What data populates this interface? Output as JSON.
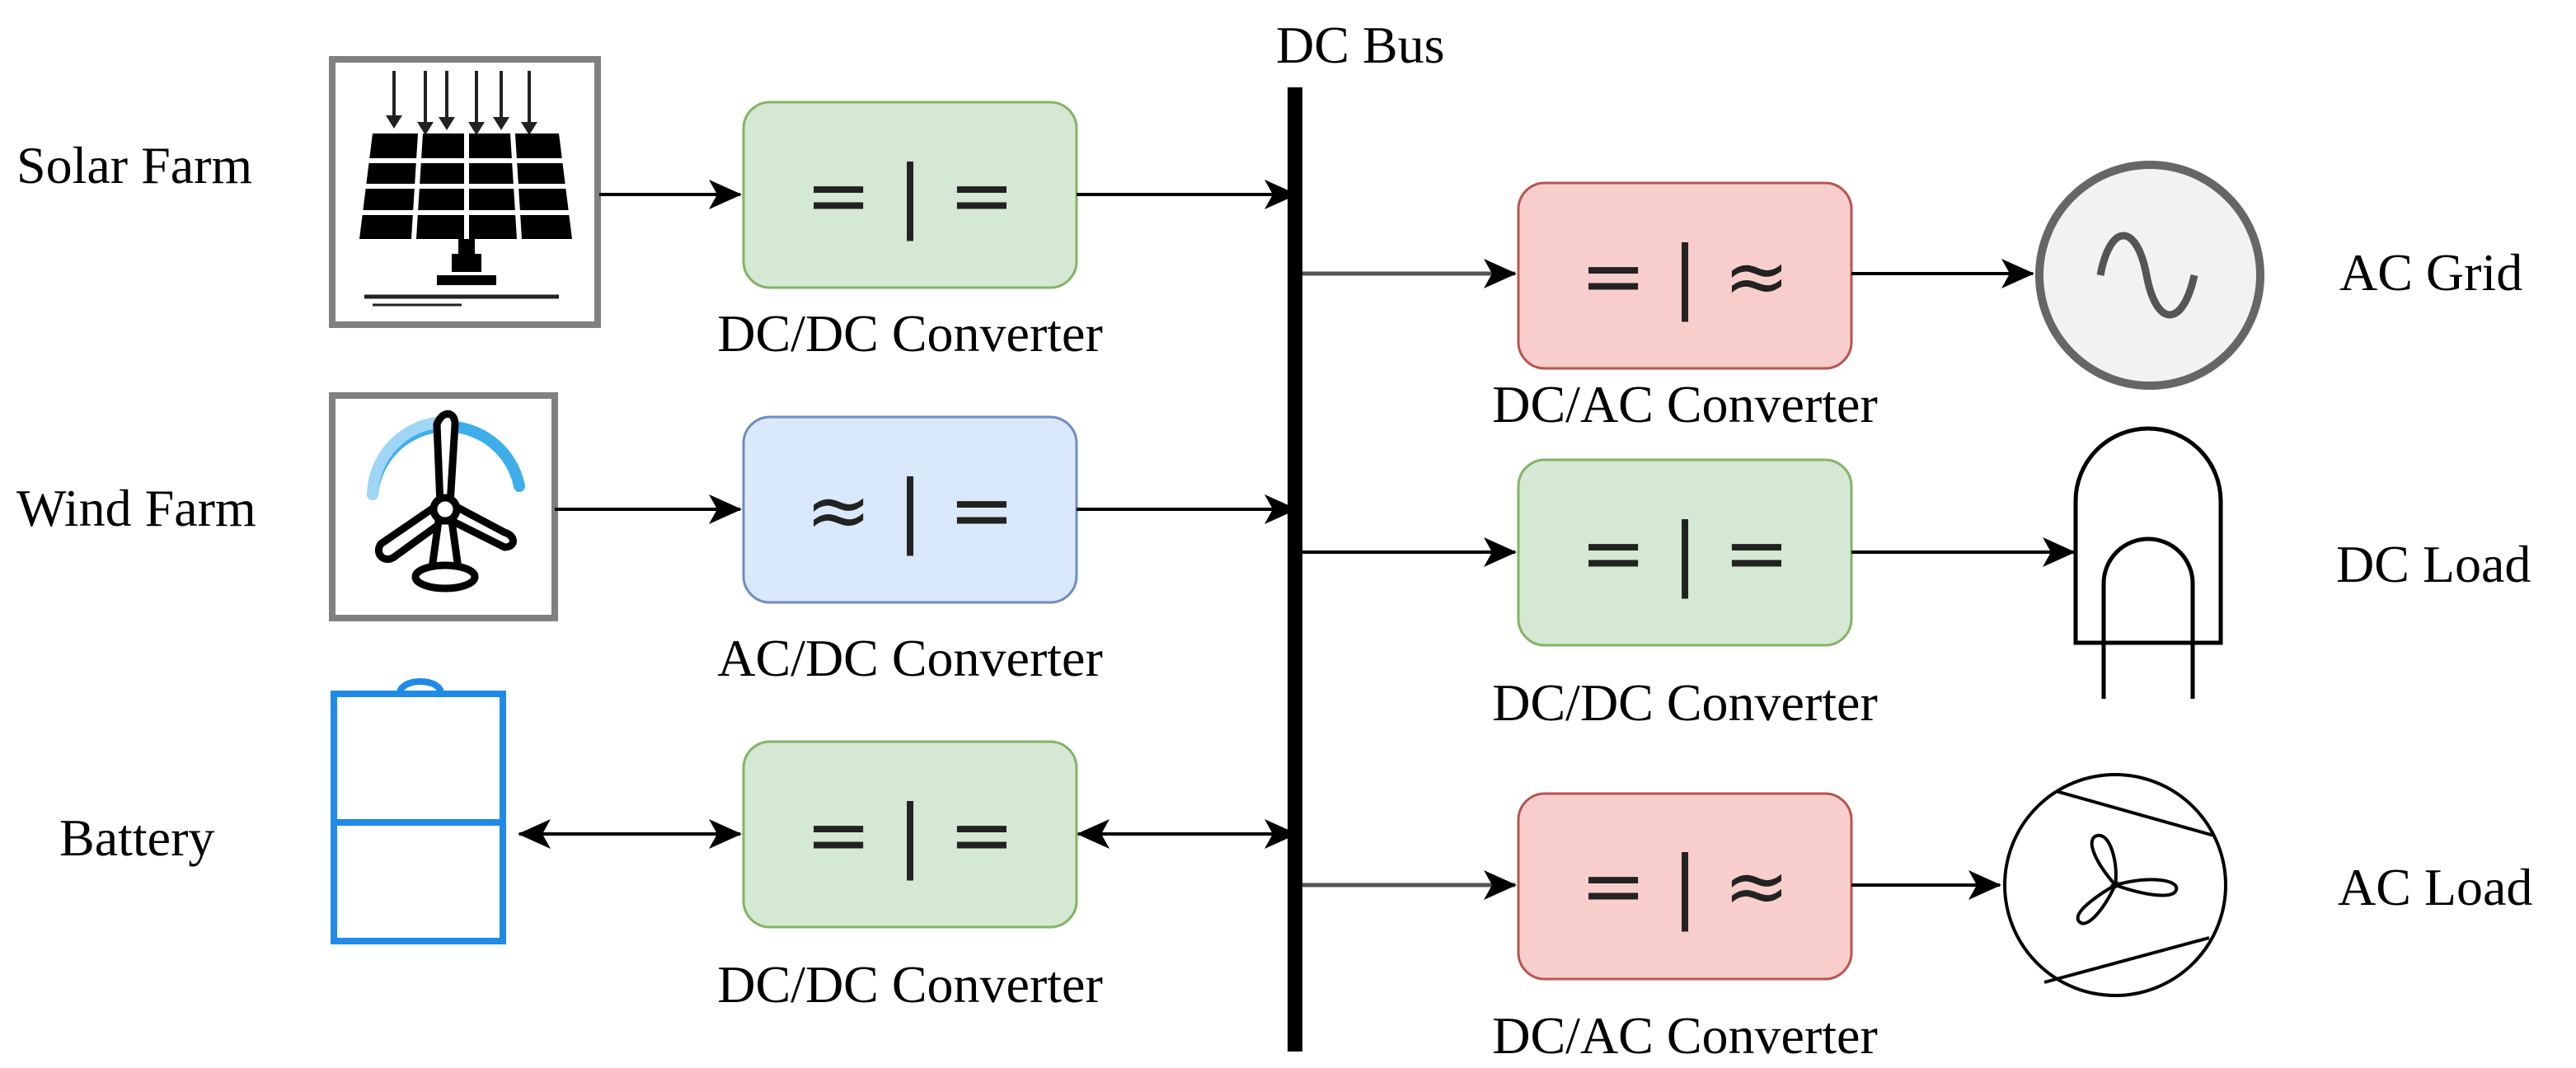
{
  "sources": {
    "solar": {
      "label": "Solar Farm"
    },
    "wind": {
      "label": "Wind Farm"
    },
    "battery": {
      "label": "Battery"
    }
  },
  "bus": {
    "label": "DC Bus"
  },
  "converters": [
    {
      "id": "c1",
      "label": "DC/DC Converter",
      "symbol": "= | =",
      "color": "#d5e8d4",
      "border": "#82b366"
    },
    {
      "id": "c2",
      "label": "AC/DC Converter",
      "symbol": "≈ | =",
      "color": "#dae8fc",
      "border": "#6c8ebf"
    },
    {
      "id": "c3",
      "label": "DC/DC Converter",
      "symbol": "= | =",
      "color": "#d5e8d4",
      "border": "#82b366"
    },
    {
      "id": "c4",
      "label": "DC/AC Converter",
      "symbol": "= | ≈",
      "color": "#f8cecc",
      "border": "#b85450"
    },
    {
      "id": "c5",
      "label": "DC/DC Converter",
      "symbol": "= | =",
      "color": "#d5e8d4",
      "border": "#82b366"
    },
    {
      "id": "c6",
      "label": "DC/AC Converter",
      "symbol": "= | ≈",
      "color": "#f8cecc",
      "border": "#b85450"
    }
  ],
  "loads": {
    "ac_grid": {
      "label": "AC Grid"
    },
    "dc_load": {
      "label": "DC Load"
    },
    "ac_load": {
      "label": "AC Load"
    }
  },
  "icons": {
    "solar": "solar-panel-icon",
    "wind": "wind-turbine-icon",
    "battery": "battery-icon",
    "grid": "ac-source-icon",
    "dc_load": "dc-load-icon",
    "ac_load": "fan-motor-icon"
  }
}
